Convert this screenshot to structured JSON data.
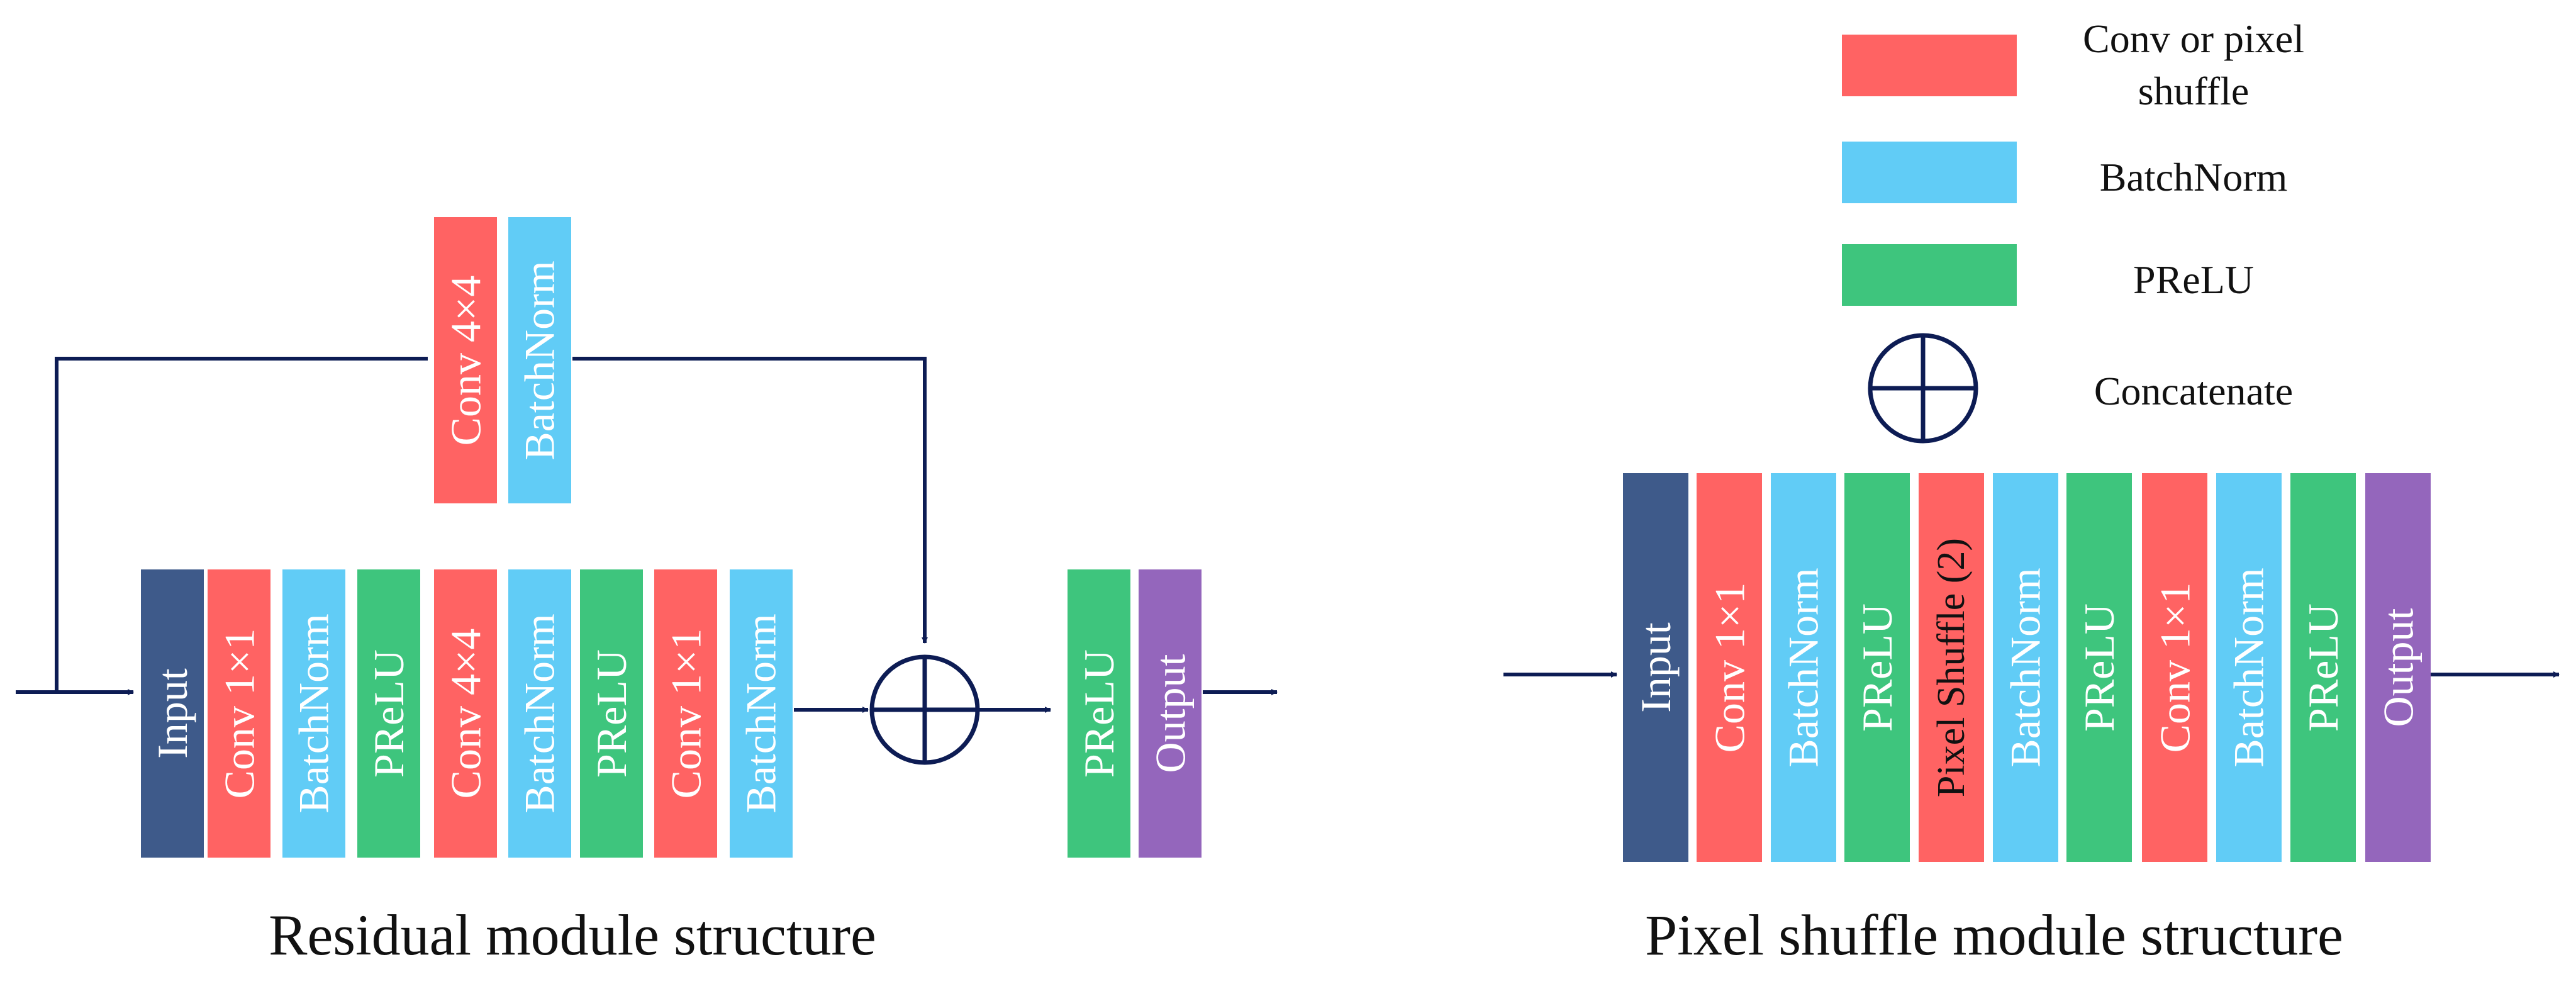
{
  "colors": {
    "conv": "#FF6363",
    "batchnorm": "#61CCF6",
    "prelu": "#3EC57D",
    "input": "#3E5A8A",
    "output": "#9466BC",
    "line": "#0D1C54"
  },
  "residual": {
    "caption": "Residual module structure",
    "branch_blocks": [
      {
        "label": "Conv 4×4",
        "kind": "conv"
      },
      {
        "label": "BatchNorm",
        "kind": "batchnorm"
      }
    ],
    "main_blocks": [
      {
        "label": "Input",
        "kind": "input"
      },
      {
        "label": "Conv 1×1",
        "kind": "conv"
      },
      {
        "label": "BatchNorm",
        "kind": "batchnorm"
      },
      {
        "label": "PReLU",
        "kind": "prelu"
      },
      {
        "label": "Conv 4×4",
        "kind": "conv"
      },
      {
        "label": "BatchNorm",
        "kind": "batchnorm"
      },
      {
        "label": "PReLU",
        "kind": "prelu"
      },
      {
        "label": "Conv 1×1",
        "kind": "conv"
      },
      {
        "label": "BatchNorm",
        "kind": "batchnorm"
      }
    ],
    "post_blocks": [
      {
        "label": "PReLU",
        "kind": "prelu"
      },
      {
        "label": "Output",
        "kind": "output"
      }
    ]
  },
  "pixel_shuffle": {
    "caption": "Pixel shuffle module structure",
    "blocks": [
      {
        "label": "Input",
        "kind": "input"
      },
      {
        "label": "Conv 1×1",
        "kind": "conv"
      },
      {
        "label": "BatchNorm",
        "kind": "batchnorm"
      },
      {
        "label": "PReLU",
        "kind": "prelu"
      },
      {
        "label": "Pixel Shuffle (2)",
        "kind": "conv"
      },
      {
        "label": "BatchNorm",
        "kind": "batchnorm"
      },
      {
        "label": "PReLU",
        "kind": "prelu"
      },
      {
        "label": "Conv 1×1",
        "kind": "conv"
      },
      {
        "label": "BatchNorm",
        "kind": "batchnorm"
      },
      {
        "label": "PReLU",
        "kind": "prelu"
      },
      {
        "label": "Output",
        "kind": "output"
      }
    ]
  },
  "legend": {
    "items": [
      {
        "kind": "conv",
        "label": "Conv or pixel\nshuffle"
      },
      {
        "kind": "batchnorm",
        "label": "BatchNorm"
      },
      {
        "kind": "prelu",
        "label": "PReLU"
      },
      {
        "kind": "concat",
        "label": "Concatenate"
      }
    ]
  }
}
